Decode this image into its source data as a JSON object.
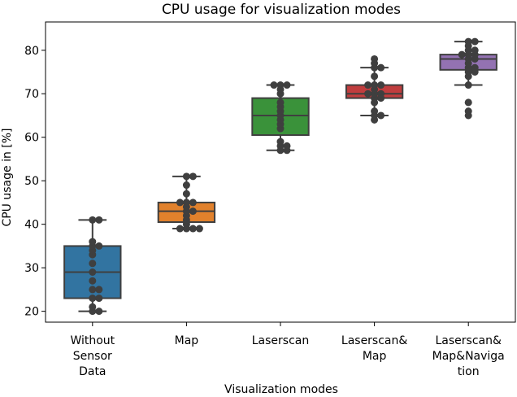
{
  "chart_data": {
    "type": "box",
    "title": "CPU usage for visualization modes",
    "xlabel": "Visualization modes",
    "ylabel": "CPU usage in [%]",
    "ylim": [
      17.5,
      86.5
    ],
    "yticks": [
      20,
      30,
      40,
      50,
      60,
      70,
      80
    ],
    "grid": false,
    "categories": [
      {
        "label": [
          "Without",
          "Sensor",
          "Data"
        ],
        "color": "#3274a1"
      },
      {
        "label": [
          "Map"
        ],
        "color": "#e1812c"
      },
      {
        "label": [
          "Laserscan"
        ],
        "color": "#3a923a"
      },
      {
        "label": [
          "Laserscan&",
          "Map"
        ],
        "color": "#c03d3e"
      },
      {
        "label": [
          "Laserscan&",
          "Map&Naviga",
          "tion"
        ],
        "color": "#9372b2"
      }
    ],
    "boxes": [
      {
        "whisker_low": 20,
        "q1": 23,
        "median": 29,
        "q3": 35,
        "whisker_high": 41,
        "fliers": []
      },
      {
        "whisker_low": 39,
        "q1": 40.5,
        "median": 43,
        "q3": 45,
        "whisker_high": 51,
        "fliers": []
      },
      {
        "whisker_low": 57,
        "q1": 60.5,
        "median": 65,
        "q3": 69,
        "whisker_high": 72,
        "fliers": []
      },
      {
        "whisker_low": 65,
        "q1": 69,
        "median": 70,
        "q3": 72,
        "whisker_high": 76,
        "fliers": [
          78,
          77,
          64
        ]
      },
      {
        "whisker_low": 72,
        "q1": 75.5,
        "median": 78,
        "q3": 79,
        "whisker_high": 82,
        "fliers": [
          68,
          66,
          65
        ]
      }
    ],
    "points": [
      [
        20,
        20,
        21,
        23,
        23,
        25,
        25,
        27,
        29,
        31,
        33,
        34,
        35,
        35,
        36,
        41,
        41
      ],
      [
        39,
        39,
        39,
        39,
        40,
        41,
        42,
        43,
        43,
        44,
        45,
        45,
        45,
        47,
        49,
        51,
        51
      ],
      [
        57,
        57,
        58,
        58,
        59,
        62,
        63,
        64,
        65,
        66,
        67,
        68,
        70,
        71,
        72,
        72,
        72
      ],
      [
        64,
        65,
        65,
        66,
        68,
        69,
        69,
        70,
        70,
        70,
        71,
        72,
        72,
        72,
        74,
        76,
        76,
        77,
        78
      ],
      [
        65,
        66,
        68,
        72,
        74,
        75,
        75,
        76,
        76,
        77,
        78,
        78,
        79,
        79,
        79,
        80,
        80,
        81,
        82,
        82
      ]
    ]
  }
}
